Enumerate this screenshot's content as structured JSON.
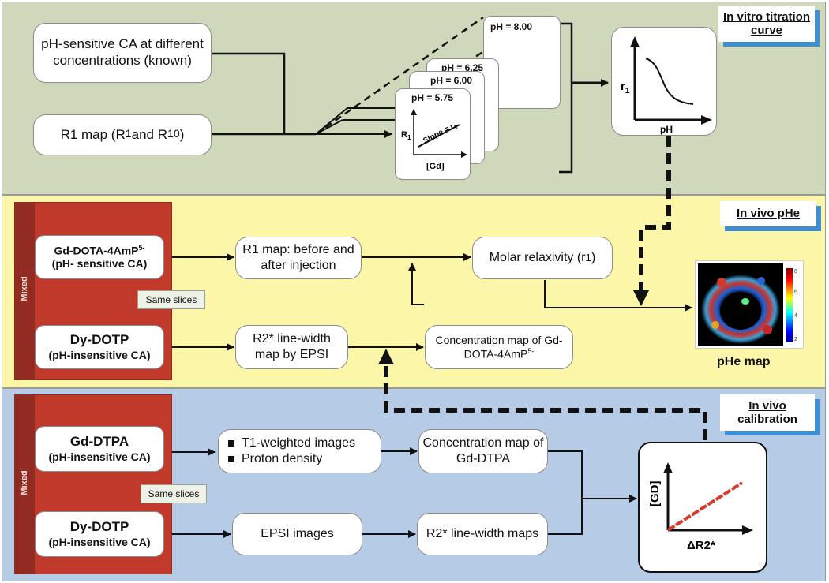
{
  "sections": {
    "in_vitro": {
      "title": "In vitro titration curve"
    },
    "in_vivo_phe": {
      "title": "In vivo pHe"
    },
    "in_vivo_calibration": {
      "title": "In vivo calibration"
    }
  },
  "colors": {
    "in_vitro_band": "#cfd8bb",
    "in_vivo_phe_band": "#fbf6a8",
    "calibration_band": "#b6cbe6",
    "agent_panel": "#c0392b",
    "accent_shadow": "#3f8fd2",
    "calibration_line": "#d63a2d"
  },
  "in_vitro": {
    "ca_box": "pH-sensitive CA at different concentrations (known)",
    "r1_map_box": {
      "text": "R1 map (R",
      "sub1": "1",
      "mid": " and R",
      "sub2": "10",
      "end": ")"
    },
    "ph_cards": [
      "pH = 8.00",
      "pH = 6.25",
      "pH = 6.00",
      "pH = 5.75"
    ],
    "front_plot": {
      "y_label": "R",
      "y_sub": "1",
      "x_label": "[Gd]",
      "slope_text": "Slope = r",
      "slope_sub": "1"
    },
    "titration_plot": {
      "y_label": "r",
      "y_sub": "1",
      "x_label": "pH"
    }
  },
  "in_vivo_phe": {
    "mixed_label": "Mixed",
    "gd_agent": {
      "name": "Gd-DOTA-4AmP",
      "sup": "5-",
      "desc": "(pH- sensitive CA)"
    },
    "dy_agent": {
      "name": "Dy-DOTP",
      "desc": "(pH-insensitive CA)"
    },
    "same_slices": "Same slices",
    "r1_before_after": "R1 map: before and after injection",
    "r2_linewidth_epsi": "R2* line-width map by EPSI",
    "molar_relaxivity": {
      "text": "Molar relaxivity (r",
      "sub": "1",
      "end": ")"
    },
    "concentration_map": {
      "text": "Concentration map of Gd-DOTA-4AmP",
      "sup": "5-"
    },
    "phe_map_label": "pHe map",
    "colorbar_ticks": [
      "8",
      "6",
      "4",
      "2"
    ]
  },
  "in_vivo_calibration": {
    "mixed_label": "Mixed",
    "gd_agent": {
      "name": "Gd-DTPA",
      "desc": "(pH-insensitive CA)"
    },
    "dy_agent": {
      "name": "Dy-DOTP",
      "desc": "(pH-insensitive CA)"
    },
    "same_slices": "Same slices",
    "t1_items": [
      "T1-weighted images",
      "Proton density"
    ],
    "conc_gd_dtpa": "Concentration map of Gd-DTPA",
    "epsi_images": "EPSI images",
    "r2_linewidth_maps": "R2* line-width maps",
    "calib_plot": {
      "y_label": "[GD]",
      "x_label": "ΔR2*"
    }
  },
  "heatmap_icon": "phe-heatmap-image"
}
